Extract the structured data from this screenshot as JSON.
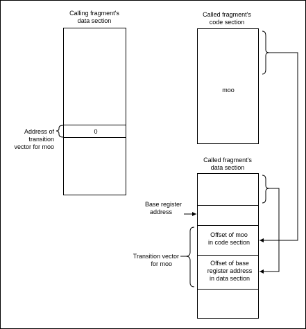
{
  "calling_data_section": {
    "title_line1": "Calling fragment's",
    "title_line2": "data section",
    "value": "0"
  },
  "called_code_section": {
    "title_line1": "Called fragment's",
    "title_line2": "code section",
    "label": "moo"
  },
  "called_data_section": {
    "title_line1": "Called fragment's",
    "title_line2": "data section",
    "cell1_line1": "Offset of moo",
    "cell1_line2": "in code section",
    "cell2_line1": "Offset of base",
    "cell2_line2": "register address",
    "cell2_line3": "in data section"
  },
  "annotations": {
    "address_line1": "Address of",
    "address_line2": "transition",
    "address_line3": "vector for moo",
    "base_line1": "Base register",
    "base_line2": "address",
    "tv_line1": "Transition vector",
    "tv_line2": "for moo"
  }
}
